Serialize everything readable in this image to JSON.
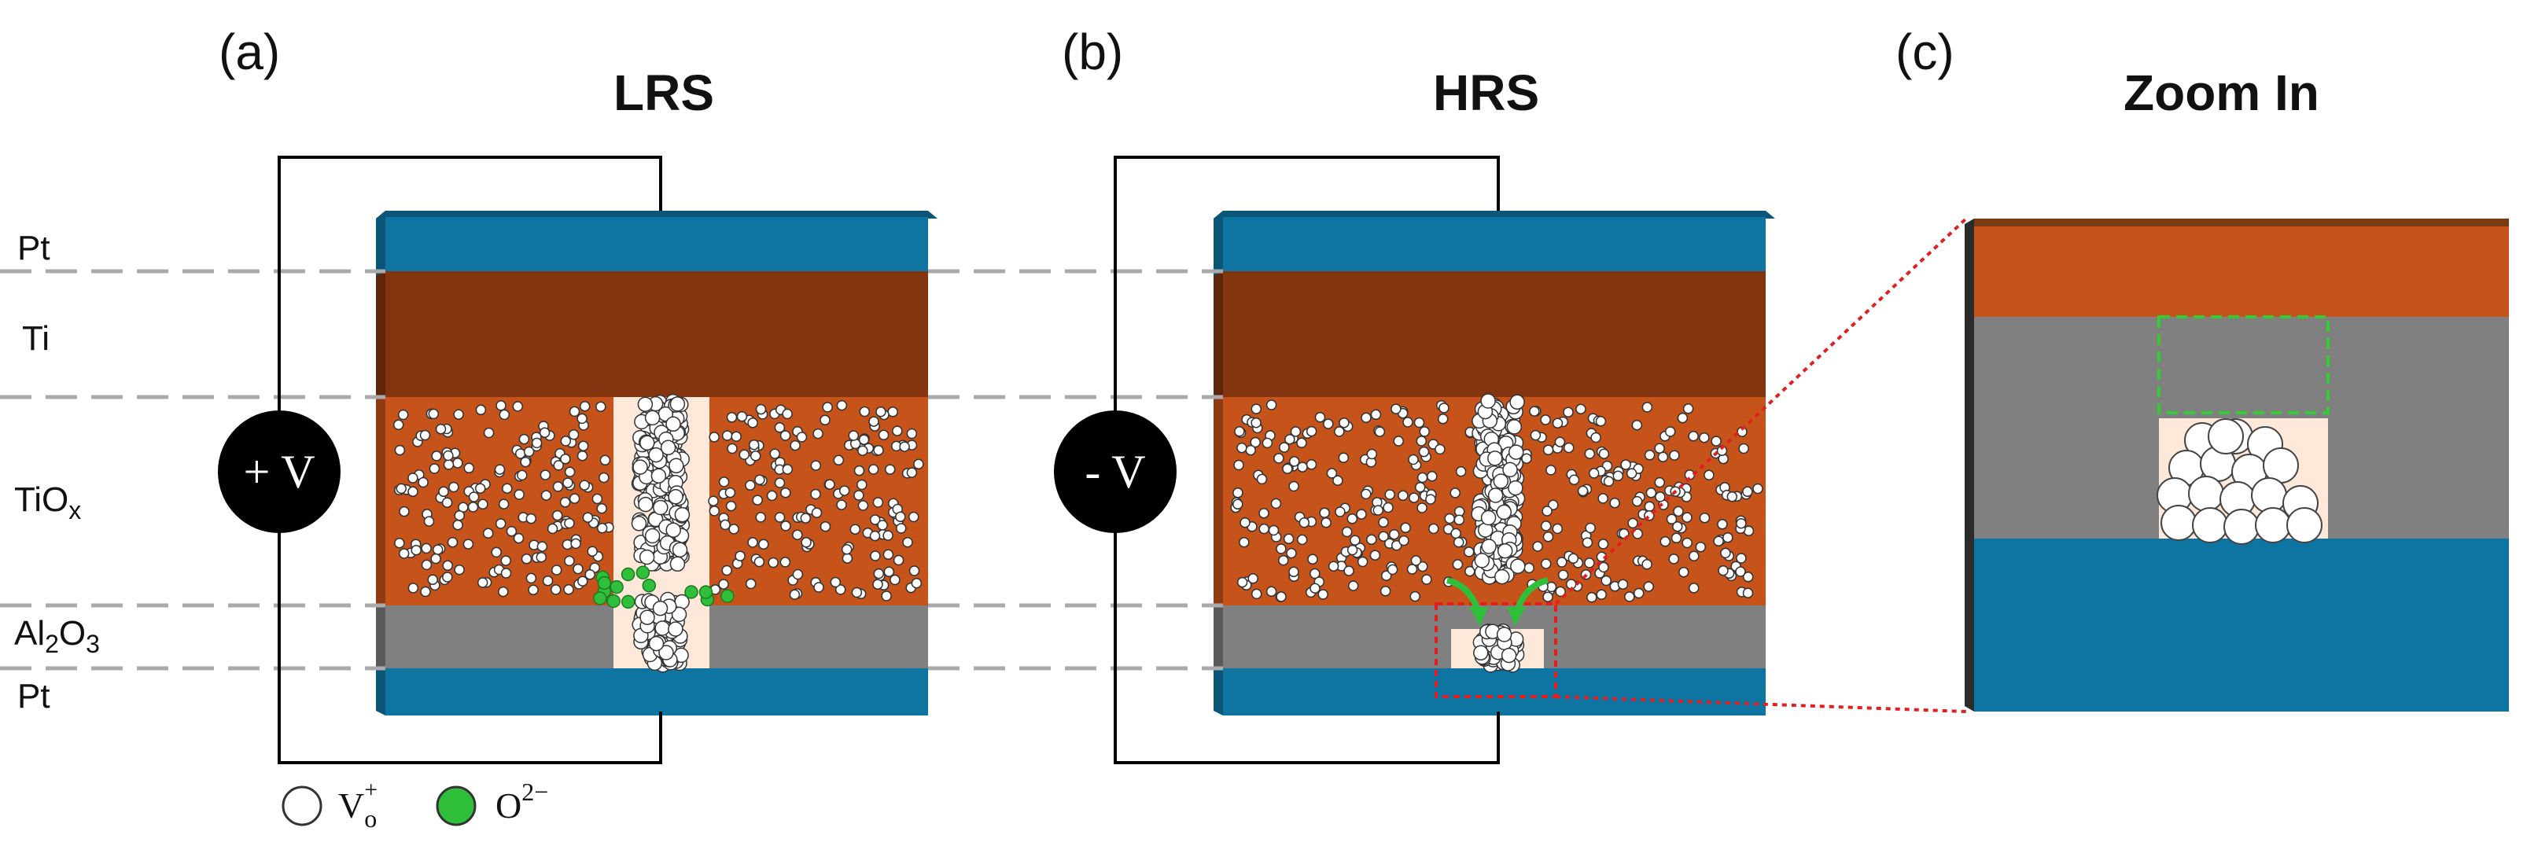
{
  "panels": {
    "a": {
      "letter": "(a)",
      "title": "LRS",
      "voltage": "+ V"
    },
    "b": {
      "letter": "(b)",
      "title": "HRS",
      "voltage": "- V"
    },
    "c": {
      "letter": "(c)",
      "title": "Zoom In"
    }
  },
  "layers": {
    "pt_top": "Pt",
    "ti": "Ti",
    "tiox_main": "TiO",
    "tiox_sub": "x",
    "al2o3_a": "Al",
    "al2o3_2": "2",
    "al2o3_o": "O",
    "al2o3_3": "3",
    "pt_bottom": "Pt"
  },
  "legend": {
    "vacancy_main": "V",
    "vacancy_sub": "o",
    "vacancy_sup": "+",
    "oxygen_main": "O",
    "oxygen_sup": "2−"
  },
  "colors": {
    "pt": "#0E75A3",
    "pt_dark": "#0A5578",
    "ti": "#833510",
    "ti_dark": "#5E250B",
    "tiox": "#C6531A",
    "tiox_dark": "#8F3A10",
    "al2o3": "#808080",
    "al2o3_dark": "#5A5A5A",
    "filament": "#FDE8D9",
    "oxygen_ion": "#2FBF3A",
    "wire": "#000000",
    "zoom_line": "#E02020",
    "dashed_guide": "#AAAAAA",
    "gap_box": "#33CC33"
  }
}
